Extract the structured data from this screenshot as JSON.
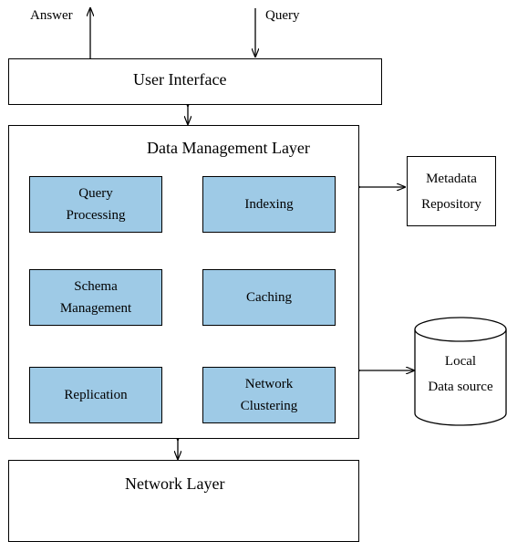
{
  "top": {
    "answer_label": "Answer",
    "query_label": "Query"
  },
  "user_interface": {
    "label": "User Interface"
  },
  "data_management": {
    "title": "Data Management Layer",
    "components": [
      {
        "line1": "Query",
        "line2": "Processing"
      },
      {
        "line1": "Indexing",
        "line2": ""
      },
      {
        "line1": "Schema",
        "line2": "Management"
      },
      {
        "line1": "Caching",
        "line2": ""
      },
      {
        "line1": "Replication",
        "line2": ""
      },
      {
        "line1": "Network",
        "line2": "Clustering"
      }
    ],
    "component_color": "#9ecae6"
  },
  "metadata_repository": {
    "line1": "Metadata",
    "line2": "Repository"
  },
  "local_data_source": {
    "line1": "Local",
    "line2": "Data source"
  },
  "network_layer": {
    "label": "Network Layer"
  }
}
